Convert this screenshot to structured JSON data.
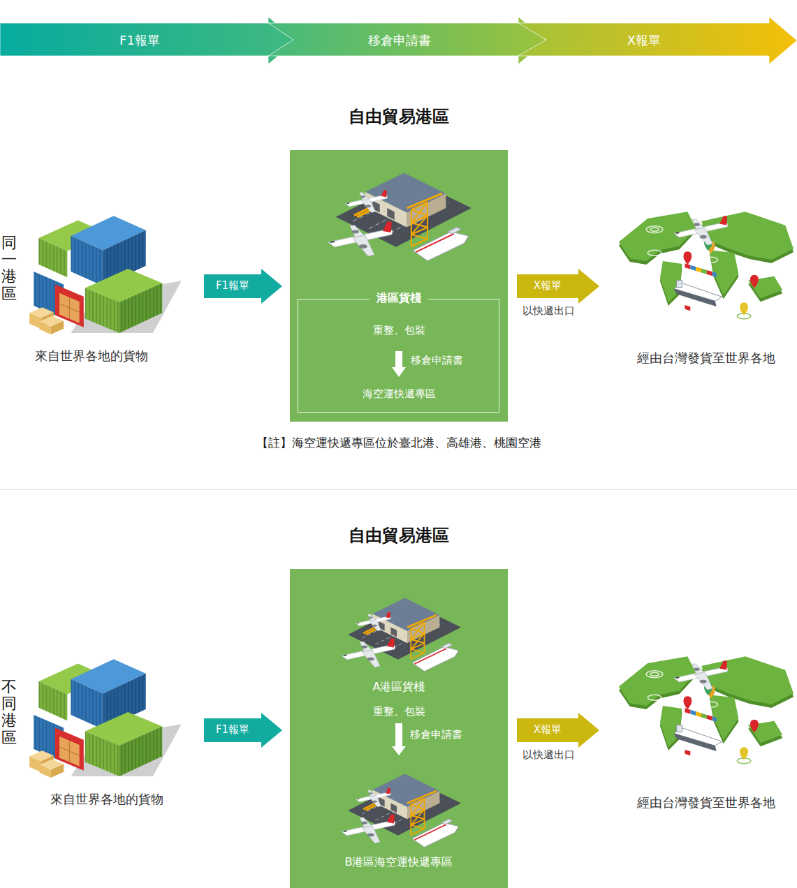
{
  "diagram": {
    "nodes": [
      {
        "text": [
          "F1報單"
        ]
      },
      {
        "text": [
          "移倉申請書"
        ]
      },
      {
        "text": [
          "X報單"
        ]
      },
      {
        "text": [
          "來自世界各地的貨物"
        ]
      },
      {
        "text": [
          "自由貿易港區"
        ]
      },
      {
        "text": [
          "港區貨棧",
          "重整、包裝",
          "移倉申請書",
          "海空運快遞專區"
        ],
        "in": 4
      },
      {
        "text": [
          "經由台灣發貨至世界各地"
        ]
      },
      {
        "text": [
          "來自世界各地的貨物"
        ]
      },
      {
        "text": [
          "自由貿易港區"
        ]
      },
      {
        "text": [
          "A港區貨棧",
          "重整、包裝"
        ],
        "in": 8
      },
      {
        "text": [
          "B港區海空運快遞專區"
        ],
        "in": 8
      },
      {
        "text": [
          "經由台灣發貨至世界各地"
        ]
      }
    ],
    "edges": [
      {
        "from": 3,
        "to": 4,
        "label": "F1報單",
        "arrow": "to"
      },
      {
        "from": 4,
        "to": 6,
        "label": "X報單",
        "arrow": "to"
      },
      {
        "from": 7,
        "to": 8,
        "label": "F1報單",
        "arrow": "to"
      },
      {
        "from": 9,
        "to": 10,
        "label": "移倉申請書",
        "arrow": "to"
      },
      {
        "from": 8,
        "to": 11,
        "label": "X報單",
        "arrow": "to"
      }
    ],
    "labels": [
      "同一港區",
      "以快遞出口",
      "【註】海空運快遞專區位於臺北港、高雄港、桃園空港",
      "不同港區",
      "以快遞出口"
    ]
  }
}
